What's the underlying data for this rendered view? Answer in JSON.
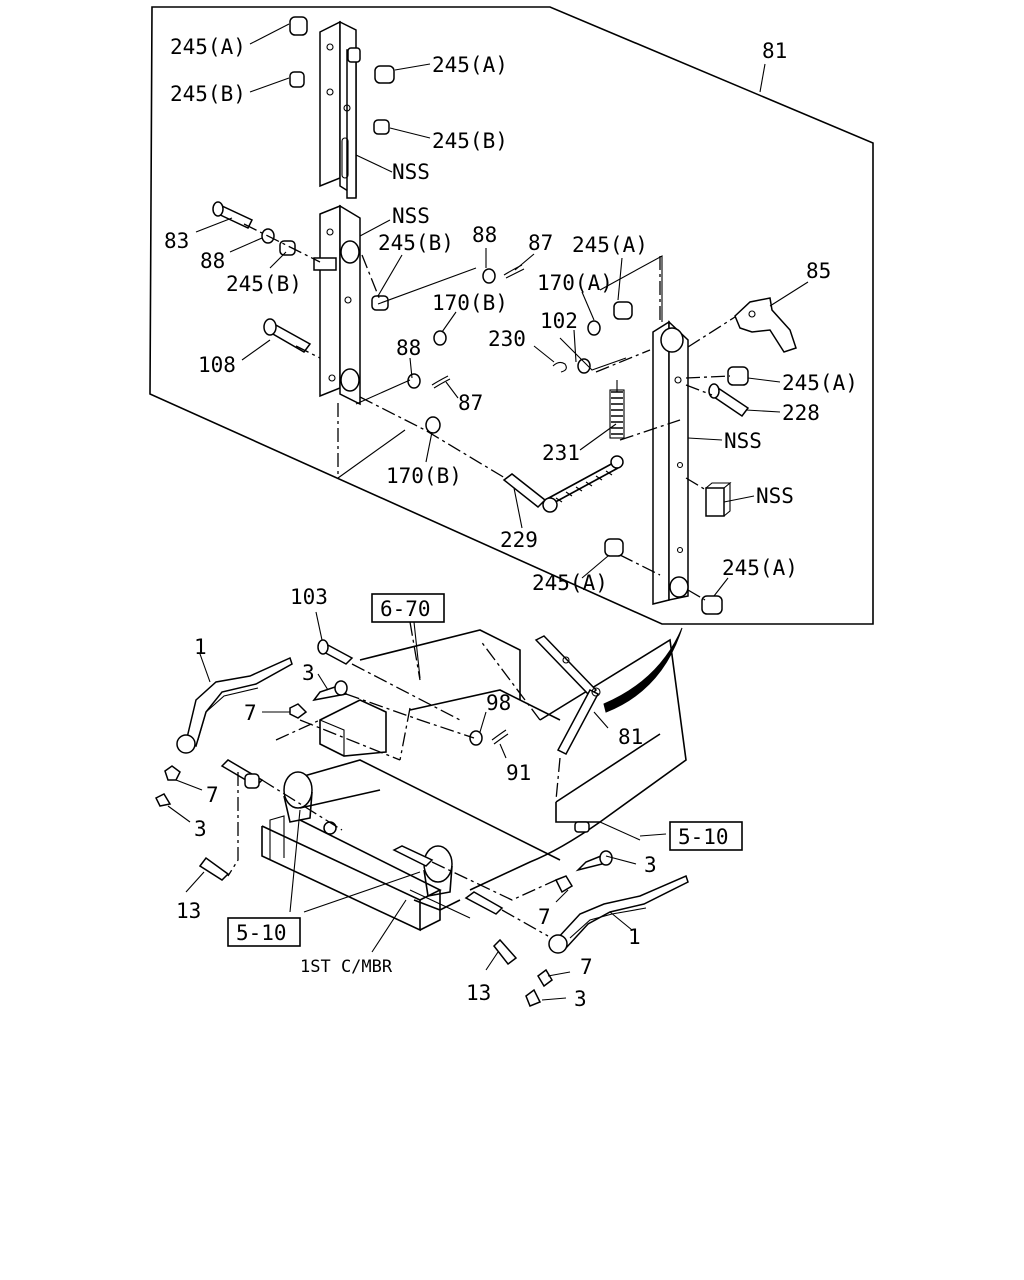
{
  "callouts": {
    "c245a_1": "245(A)",
    "c245b_1": "245(B)",
    "c245a_2": "245(A)",
    "c245b_2": "245(B)",
    "nss_1": "NSS",
    "c81_top": "81",
    "nss_2": "NSS",
    "c83": "83",
    "c88_1": "88",
    "c245b_3": "245(B)",
    "c245b_4": "245(B)",
    "c88_2": "88",
    "c87_1": "87",
    "c245a_3": "245(A)",
    "c85": "85",
    "c170a": "170(A)",
    "c170b_1": "170(B)",
    "c102": "102",
    "c230": "230",
    "c108": "108",
    "c88_3": "88",
    "c87_2": "87",
    "c245a_4": "245(A)",
    "c228": "228",
    "nss_3": "NSS",
    "c231": "231",
    "c170b_2": "170(B)",
    "nss_4": "NSS",
    "c229": "229",
    "c245a_5": "245(A)",
    "c245a_6": "245(A)",
    "c103": "103",
    "c1_left": "1",
    "c3_1": "3",
    "c7_1": "7",
    "c98": "98",
    "c81_bottom": "81",
    "c91": "91",
    "c7_2": "7",
    "c3_2": "3",
    "c3_3": "3",
    "c13_1": "13",
    "c7_3": "7",
    "c1_right": "1",
    "c7_4": "7",
    "c13_2": "13",
    "c3_4": "3"
  },
  "references": {
    "ref_6_70": "6-70",
    "ref_5_10_right": "5-10",
    "ref_5_10_left": "5-10"
  },
  "annotations": {
    "first_cross_member": "1ST C/MBR"
  }
}
